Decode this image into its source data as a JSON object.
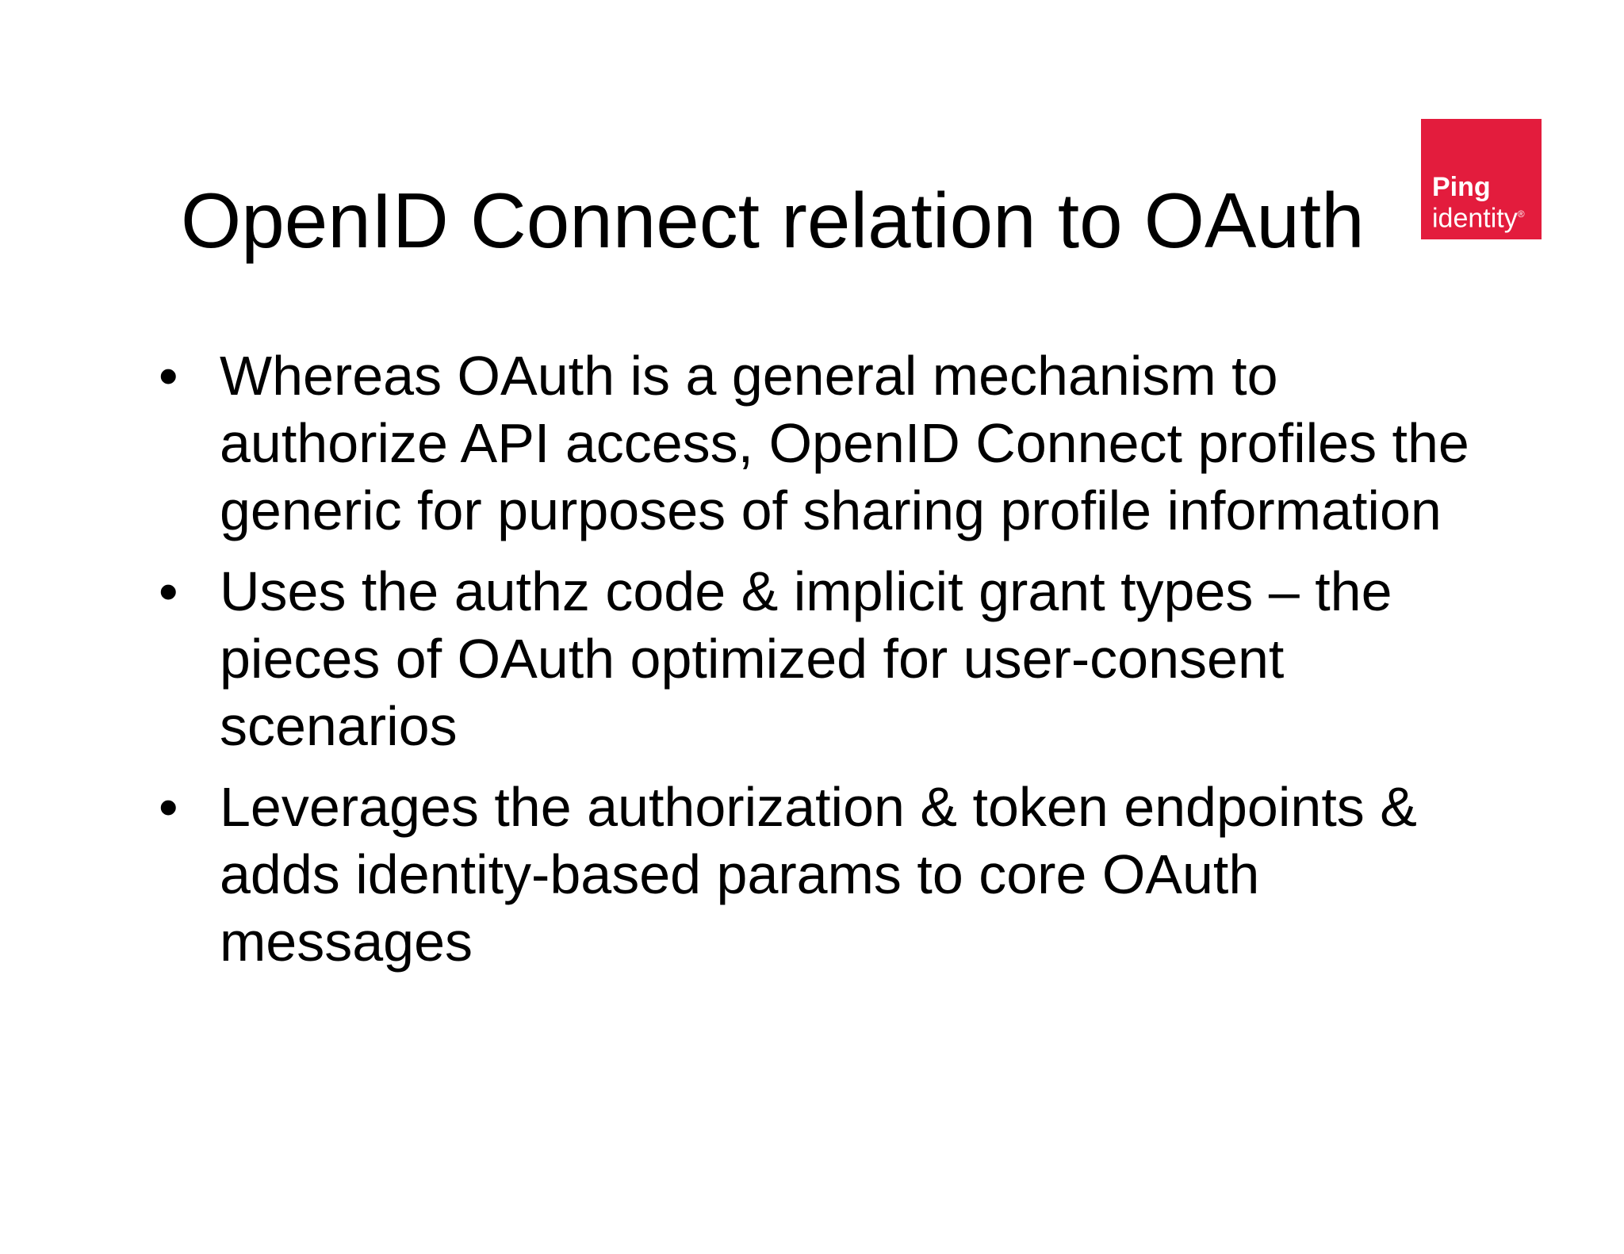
{
  "slide": {
    "title": "OpenID Connect relation to OAuth",
    "logo": {
      "line1": "Ping",
      "line2": "identity",
      "registered": "®",
      "background": "#e31c3d"
    },
    "bullets": [
      {
        "marker": "•",
        "text": "Whereas OAuth is a general mechanism to authorize API access, OpenID Connect profiles the generic for purposes of sharing profile information"
      },
      {
        "marker": "•",
        "text": "Uses the authz code & implicit grant types – the pieces of OAuth optimized for user-consent scenarios"
      },
      {
        "marker": "•",
        "text": "Leverages the authorization & token endpoints & adds identity-based params to core OAuth messages"
      }
    ]
  }
}
